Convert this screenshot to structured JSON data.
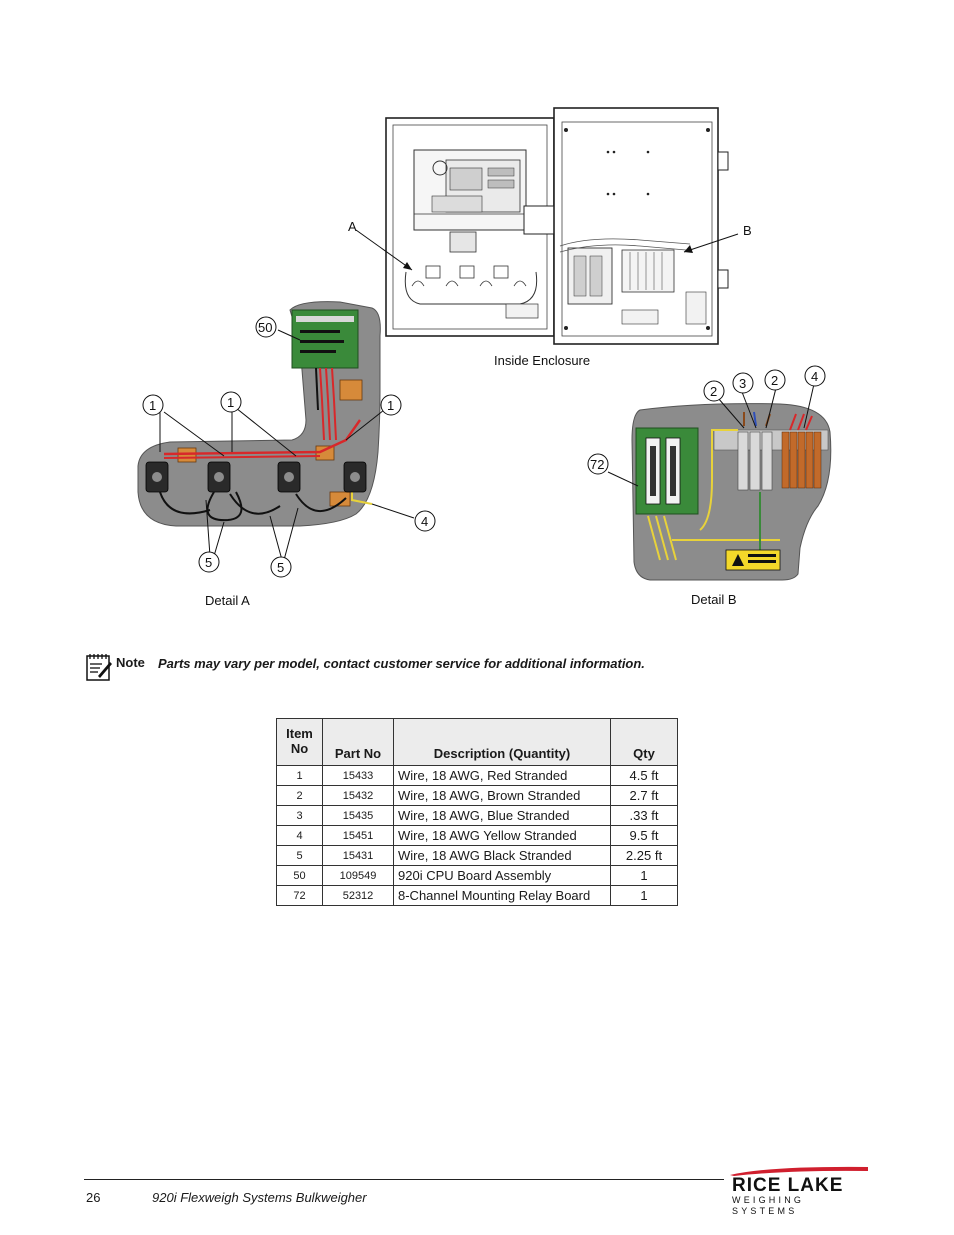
{
  "figure": {
    "labels": {
      "inside_enclosure": "Inside Enclosure",
      "detail_a": "Detail A",
      "detail_b": "Detail B",
      "marker_a": "A",
      "marker_b": "B"
    },
    "callouts_detail_a": [
      "50",
      "1",
      "1",
      "1",
      "4",
      "5",
      "5"
    ],
    "callouts_detail_b": [
      "2",
      "3",
      "2",
      "4",
      "72"
    ],
    "wire_colors": {
      "red": "#d8282a",
      "brown": "#8a4a1c",
      "blue": "#2f4fb8",
      "yellow": "#e8d23a",
      "black": "#111111",
      "green_board": "#3a8a3a",
      "enclosure_fill": "#8c8c8c"
    }
  },
  "note": {
    "label": "Note",
    "text": "Parts may vary per model, contact customer service for additional information."
  },
  "table": {
    "headers": {
      "item_line1": "Item",
      "item_line2": "No",
      "part": "Part No",
      "desc": "Description (Quantity)",
      "qty": "Qty"
    },
    "rows": [
      {
        "item": "1",
        "part": "15433",
        "desc": "Wire, 18 AWG, Red Stranded",
        "qty": "4.5 ft"
      },
      {
        "item": "2",
        "part": "15432",
        "desc": "Wire, 18 AWG, Brown Stranded",
        "qty": "2.7 ft"
      },
      {
        "item": "3",
        "part": "15435",
        "desc": "Wire, 18 AWG, Blue Stranded",
        "qty": ".33 ft"
      },
      {
        "item": "4",
        "part": "15451",
        "desc": "Wire, 18 AWG Yellow Stranded",
        "qty": "9.5 ft"
      },
      {
        "item": "5",
        "part": "15431",
        "desc": "Wire, 18 AWG Black Stranded",
        "qty": "2.25 ft"
      },
      {
        "item": "50",
        "part": "109549",
        "desc": "920i CPU Board Assembly",
        "qty": "1"
      },
      {
        "item": "72",
        "part": "52312",
        "desc": "8-Channel Mounting Relay Board",
        "qty": "1"
      }
    ]
  },
  "footer": {
    "page_number": "26",
    "doc_title": "920i Flexweigh Systems Bulkweigher",
    "logo_top": "RICE LAKE",
    "logo_bottom": "WEIGHING SYSTEMS",
    "logo_color": "#d01f2e"
  }
}
